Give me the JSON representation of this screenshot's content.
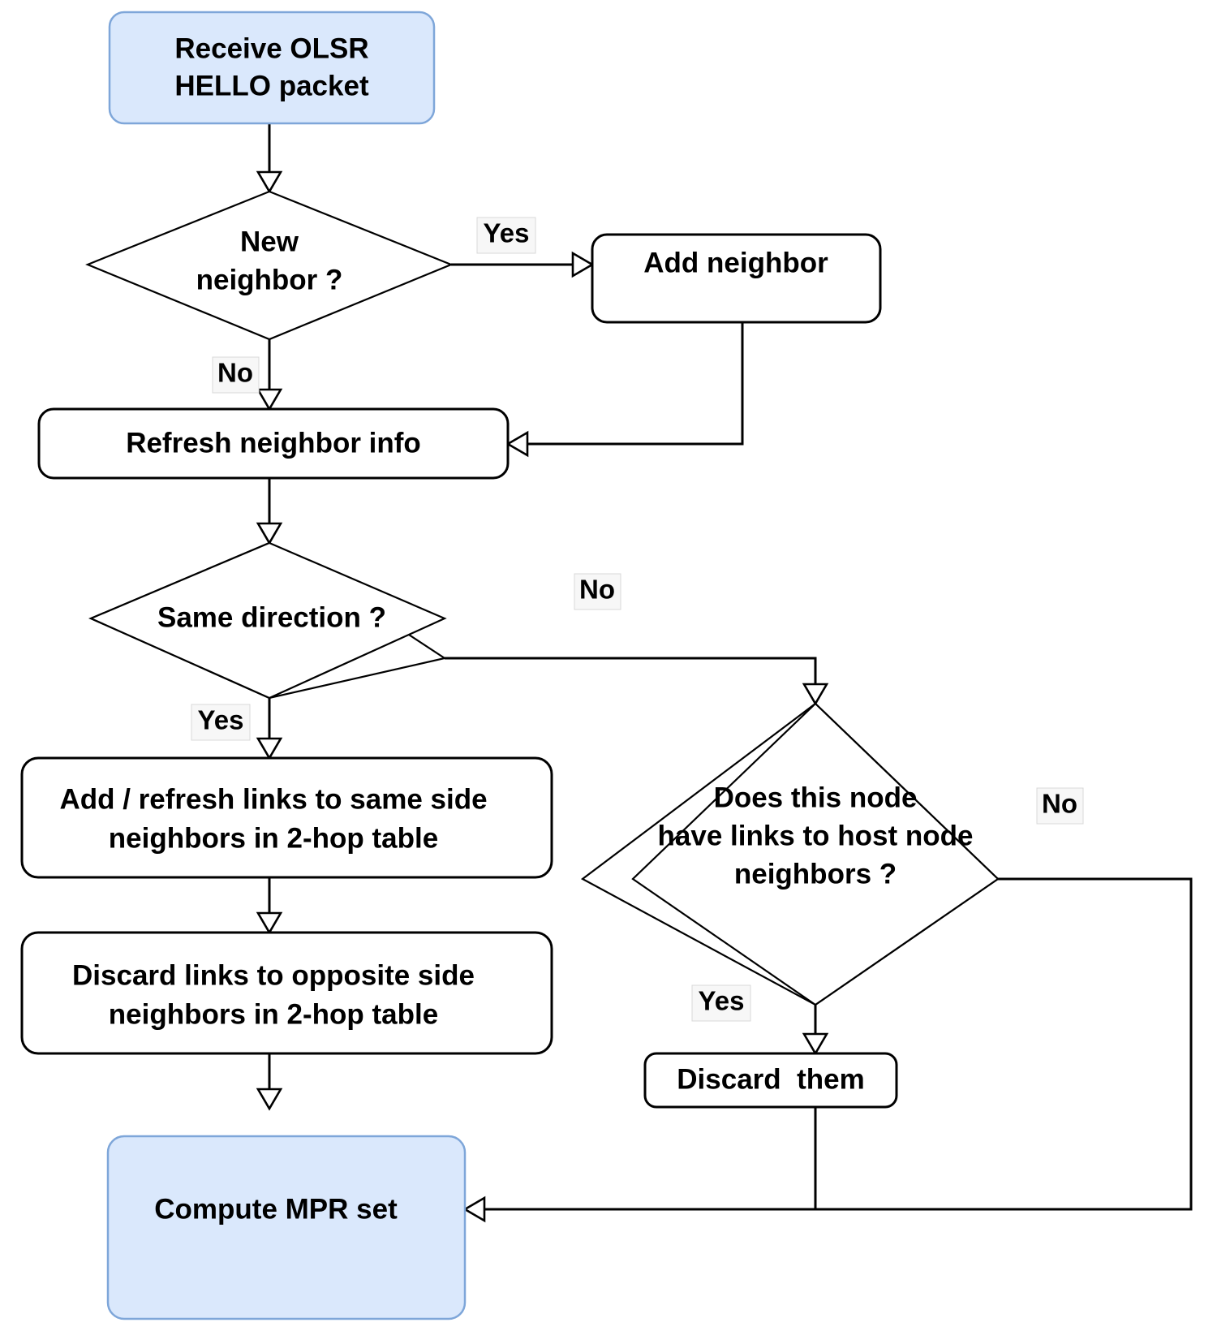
{
  "diagram": {
    "title": "OLSR HELLO packet processing flowchart",
    "type": "flowchart",
    "colors": {
      "terminal_fill": "#dae8fc",
      "terminal_stroke": "#7ea6d9",
      "process_fill": "#ffffff",
      "line": "#000000",
      "text": "#000000",
      "label_bg": "#f7f7f7"
    },
    "nodes": [
      {
        "id": "receive",
        "kind": "terminal",
        "lines": [
          "Receive OLSR",
          "HELLO packet"
        ]
      },
      {
        "id": "new-neighbor",
        "kind": "decision",
        "lines": [
          "New",
          "neighbor ?"
        ]
      },
      {
        "id": "add-neighbor",
        "kind": "process",
        "lines": [
          "Add neighbor"
        ]
      },
      {
        "id": "refresh-neighbor-info",
        "kind": "process",
        "lines": [
          "Refresh neighbor info"
        ]
      },
      {
        "id": "same-direction",
        "kind": "decision",
        "lines": [
          "Same direction ?"
        ]
      },
      {
        "id": "add-refresh-links",
        "kind": "process",
        "lines": [
          "Add / refresh links to same side",
          "neighbors in 2-hop table"
        ]
      },
      {
        "id": "discard-links",
        "kind": "process",
        "lines": [
          "Discard links to opposite side",
          "neighbors in 2-hop table"
        ]
      },
      {
        "id": "has-links-to-host",
        "kind": "decision",
        "lines": [
          "Does this node",
          "have links to host node",
          "neighbors ?"
        ]
      },
      {
        "id": "discard-them",
        "kind": "process",
        "lines": [
          "Discard  them"
        ]
      },
      {
        "id": "compute-mpr",
        "kind": "terminal",
        "lines": [
          "Compute MPR set"
        ]
      }
    ],
    "edge_labels": {
      "new_neighbor_yes": "Yes",
      "new_neighbor_no": "No",
      "same_direction_no": "No",
      "same_direction_yes": "Yes",
      "has_links_no": "No",
      "has_links_yes": "Yes"
    },
    "edges": [
      {
        "from": "receive",
        "to": "new-neighbor",
        "label": ""
      },
      {
        "from": "new-neighbor",
        "to": "add-neighbor",
        "label": "Yes"
      },
      {
        "from": "new-neighbor",
        "to": "refresh-neighbor-info",
        "label": "No"
      },
      {
        "from": "add-neighbor",
        "to": "refresh-neighbor-info",
        "label": ""
      },
      {
        "from": "refresh-neighbor-info",
        "to": "same-direction",
        "label": ""
      },
      {
        "from": "same-direction",
        "to": "has-links-to-host",
        "label": "No"
      },
      {
        "from": "same-direction",
        "to": "add-refresh-links",
        "label": "Yes"
      },
      {
        "from": "add-refresh-links",
        "to": "discard-links",
        "label": ""
      },
      {
        "from": "discard-links",
        "to": "compute-mpr",
        "label": ""
      },
      {
        "from": "has-links-to-host",
        "to": "discard-them",
        "label": "Yes"
      },
      {
        "from": "has-links-to-host",
        "to": "compute-mpr",
        "label": "No"
      },
      {
        "from": "discard-them",
        "to": "compute-mpr",
        "label": ""
      }
    ]
  }
}
